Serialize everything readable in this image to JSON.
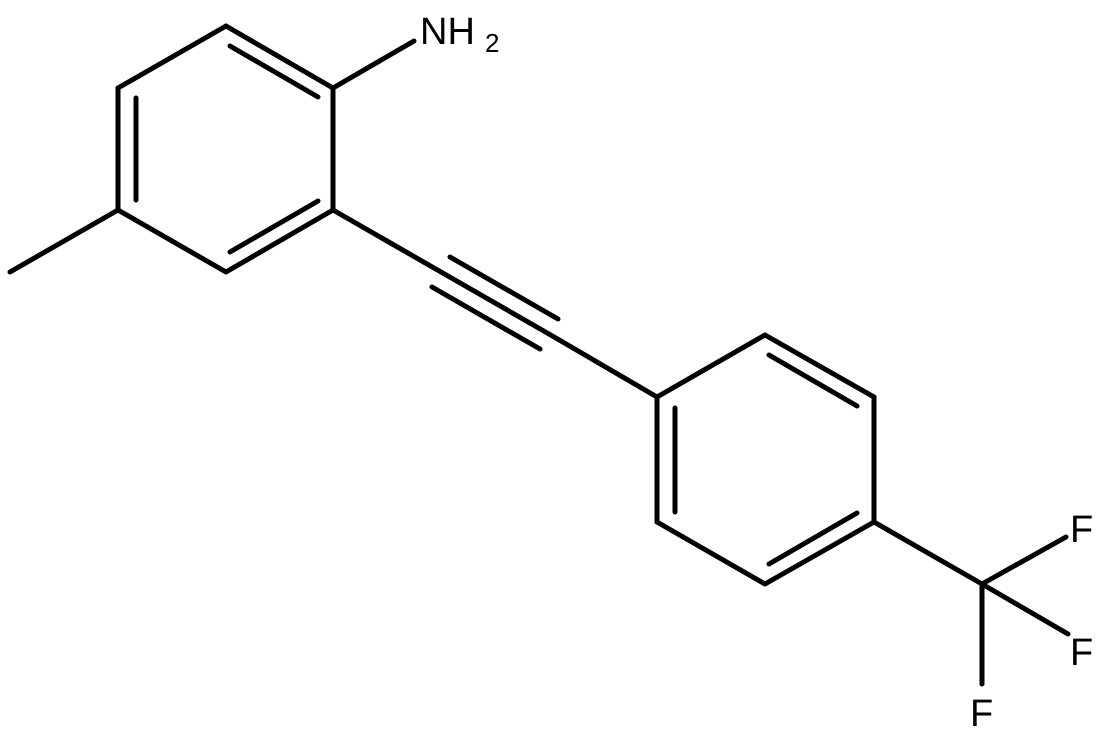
{
  "diagram": {
    "type": "chemical-structure",
    "labels": {
      "amine": "NH",
      "amine_subscript": "2",
      "fluorine_1": "F",
      "fluorine_2": "F",
      "fluorine_3": "F"
    },
    "colors": {
      "bond": "#000000",
      "text": "#000000",
      "background": "#ffffff"
    }
  }
}
